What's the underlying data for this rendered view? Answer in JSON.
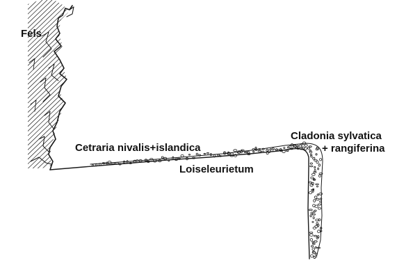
{
  "labels": {
    "rock": "Fels",
    "lichen_left": "Cetraria nivalis+islandica",
    "heath": "Loiseleurietum",
    "lichen_right_line1": "Cladonia sylvatica",
    "lichen_right_line2": "+ rangiferina"
  },
  "colors": {
    "ink": "#1a1a1a",
    "background": "#ffffff"
  }
}
